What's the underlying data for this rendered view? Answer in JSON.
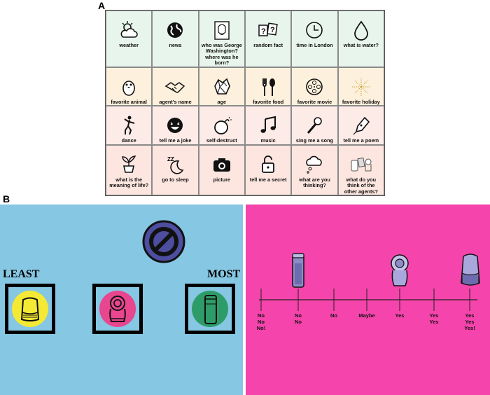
{
  "panel_a_label": "A",
  "panel_b_label": "B",
  "grid": {
    "rows": [
      [
        {
          "label": "weather",
          "icon": "cloud-sun-icon"
        },
        {
          "label": "news",
          "icon": "globe-icon"
        },
        {
          "label": "who was George Washington? where was he born?",
          "icon": "george-washington-portrait-icon"
        },
        {
          "label": "random fact",
          "icon": "question-cards-icon"
        },
        {
          "label": "time in London",
          "icon": "clock-icon"
        },
        {
          "label": "what is water?",
          "icon": "water-drop-icon"
        }
      ],
      [
        {
          "label": "favorite animal",
          "icon": "penguin-icon"
        },
        {
          "label": "agent's name",
          "icon": "handshake-icon"
        },
        {
          "label": "age",
          "icon": "crystal-icon"
        },
        {
          "label": "favorite food",
          "icon": "fork-spoon-icon"
        },
        {
          "label": "favorite movie",
          "icon": "film-reel-icon"
        },
        {
          "label": "favorite holiday",
          "icon": "fireworks-icon"
        }
      ],
      [
        {
          "label": "dance",
          "icon": "dancer-icon"
        },
        {
          "label": "tell me a joke",
          "icon": "laughing-face-icon"
        },
        {
          "label": "self-destruct",
          "icon": "bomb-icon"
        },
        {
          "label": "music",
          "icon": "music-note-icon"
        },
        {
          "label": "sing me a song",
          "icon": "microphone-icon"
        },
        {
          "label": "tell me a poem",
          "icon": "fountain-pen-icon"
        }
      ],
      [
        {
          "label": "what is the meaning of life?",
          "icon": "plant-sprout-icon"
        },
        {
          "label": "go to sleep",
          "icon": "moon-zzz-icon"
        },
        {
          "label": "picture",
          "icon": "camera-icon"
        },
        {
          "label": "tell me a secret",
          "icon": "padlock-icon"
        },
        {
          "label": "what are you thinking?",
          "icon": "thought-bubble-icon"
        },
        {
          "label": "what do you think of the other agents?",
          "icon": "agents-group-icon"
        }
      ]
    ]
  },
  "ranking": {
    "least_label": "LEAST",
    "most_label": "MOST",
    "slots": [
      {
        "device": "google-home-icon",
        "color": "#f4e934"
      },
      {
        "device": "jibo-robot-icon",
        "color": "#e8468f"
      },
      {
        "device": "amazon-echo-icon",
        "color": "#2e9c68"
      }
    ],
    "banned_icon": "prohibited-icon"
  },
  "scale": {
    "ticks": [
      "No No No!",
      "No No",
      "No",
      "Maybe",
      "Yes",
      "Yes Yes",
      "Yes Yes Yes!"
    ],
    "markers": [
      {
        "device": "amazon-echo-icon",
        "tick_index": 1
      },
      {
        "device": "jibo-robot-icon",
        "tick_index": 4
      },
      {
        "device": "google-home-icon",
        "tick_index": 6
      }
    ]
  }
}
